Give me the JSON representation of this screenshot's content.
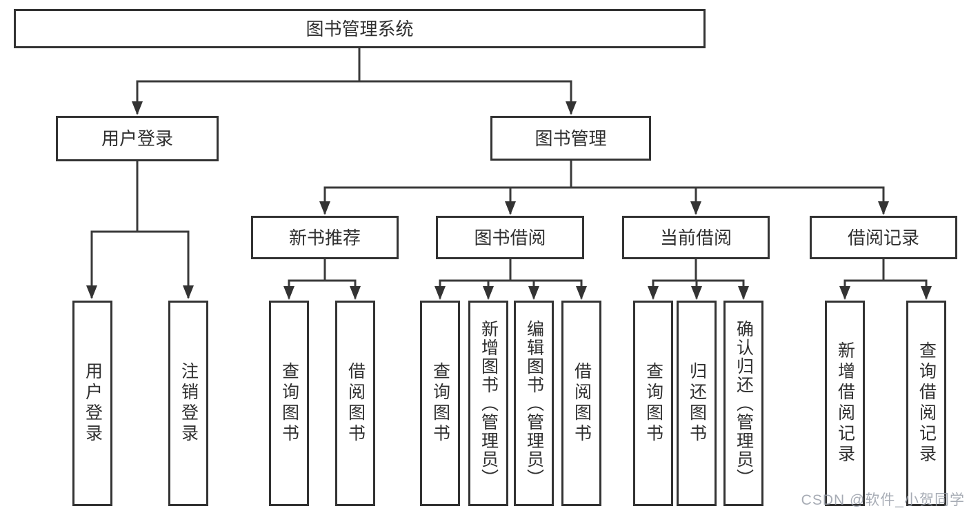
{
  "diagram_title": "图书管理系统",
  "colors": {
    "box_border": "#333333",
    "connector": "#3a3a3a",
    "text": "#2f2f2f",
    "background": "#ffffff",
    "watermark": "#989ea8"
  },
  "tree": {
    "root": {
      "label": "图书管理系统"
    },
    "l2": [
      {
        "label": "用户登录"
      },
      {
        "label": "图书管理"
      }
    ],
    "l3": [
      {
        "label": "新书推荐"
      },
      {
        "label": "图书借阅"
      },
      {
        "label": "当前借阅"
      },
      {
        "label": "借阅记录"
      }
    ],
    "l4": [
      {
        "label": "用户登录"
      },
      {
        "label": "注销登录"
      },
      {
        "label": "查询图书"
      },
      {
        "label": "借阅图书"
      },
      {
        "label": "查询图书"
      },
      {
        "label": "新增图书（管理员）"
      },
      {
        "label": "编辑图书（管理员）"
      },
      {
        "label": "借阅图书"
      },
      {
        "label": "查询图书"
      },
      {
        "label": "归还图书"
      },
      {
        "label": "确认归还（管理员）"
      },
      {
        "label": "新增借阅记录"
      },
      {
        "label": "查询借阅记录"
      }
    ]
  },
  "watermark": {
    "text": "CSDN @软件_小贺同学"
  }
}
